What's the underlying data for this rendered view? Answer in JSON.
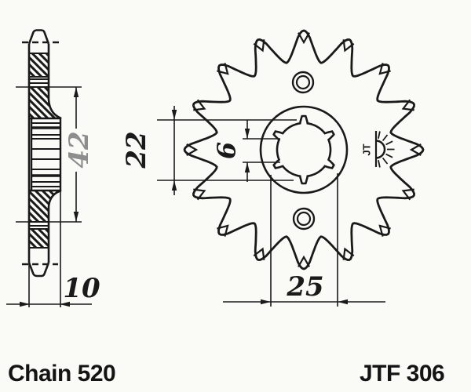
{
  "captions": {
    "chain": "Chain 520",
    "part_number": "JTF 306"
  },
  "dimensions": {
    "hub_width_42": "42",
    "thickness_10": "10",
    "bore_minor_22": "22",
    "spline_groove_6": "6",
    "bore_major_25": "25"
  },
  "logo": {
    "text": "JT"
  },
  "colors": {
    "ink": "#1a1a1a",
    "dim_grey": "#8d8d8d",
    "background": "#fafaf7"
  }
}
